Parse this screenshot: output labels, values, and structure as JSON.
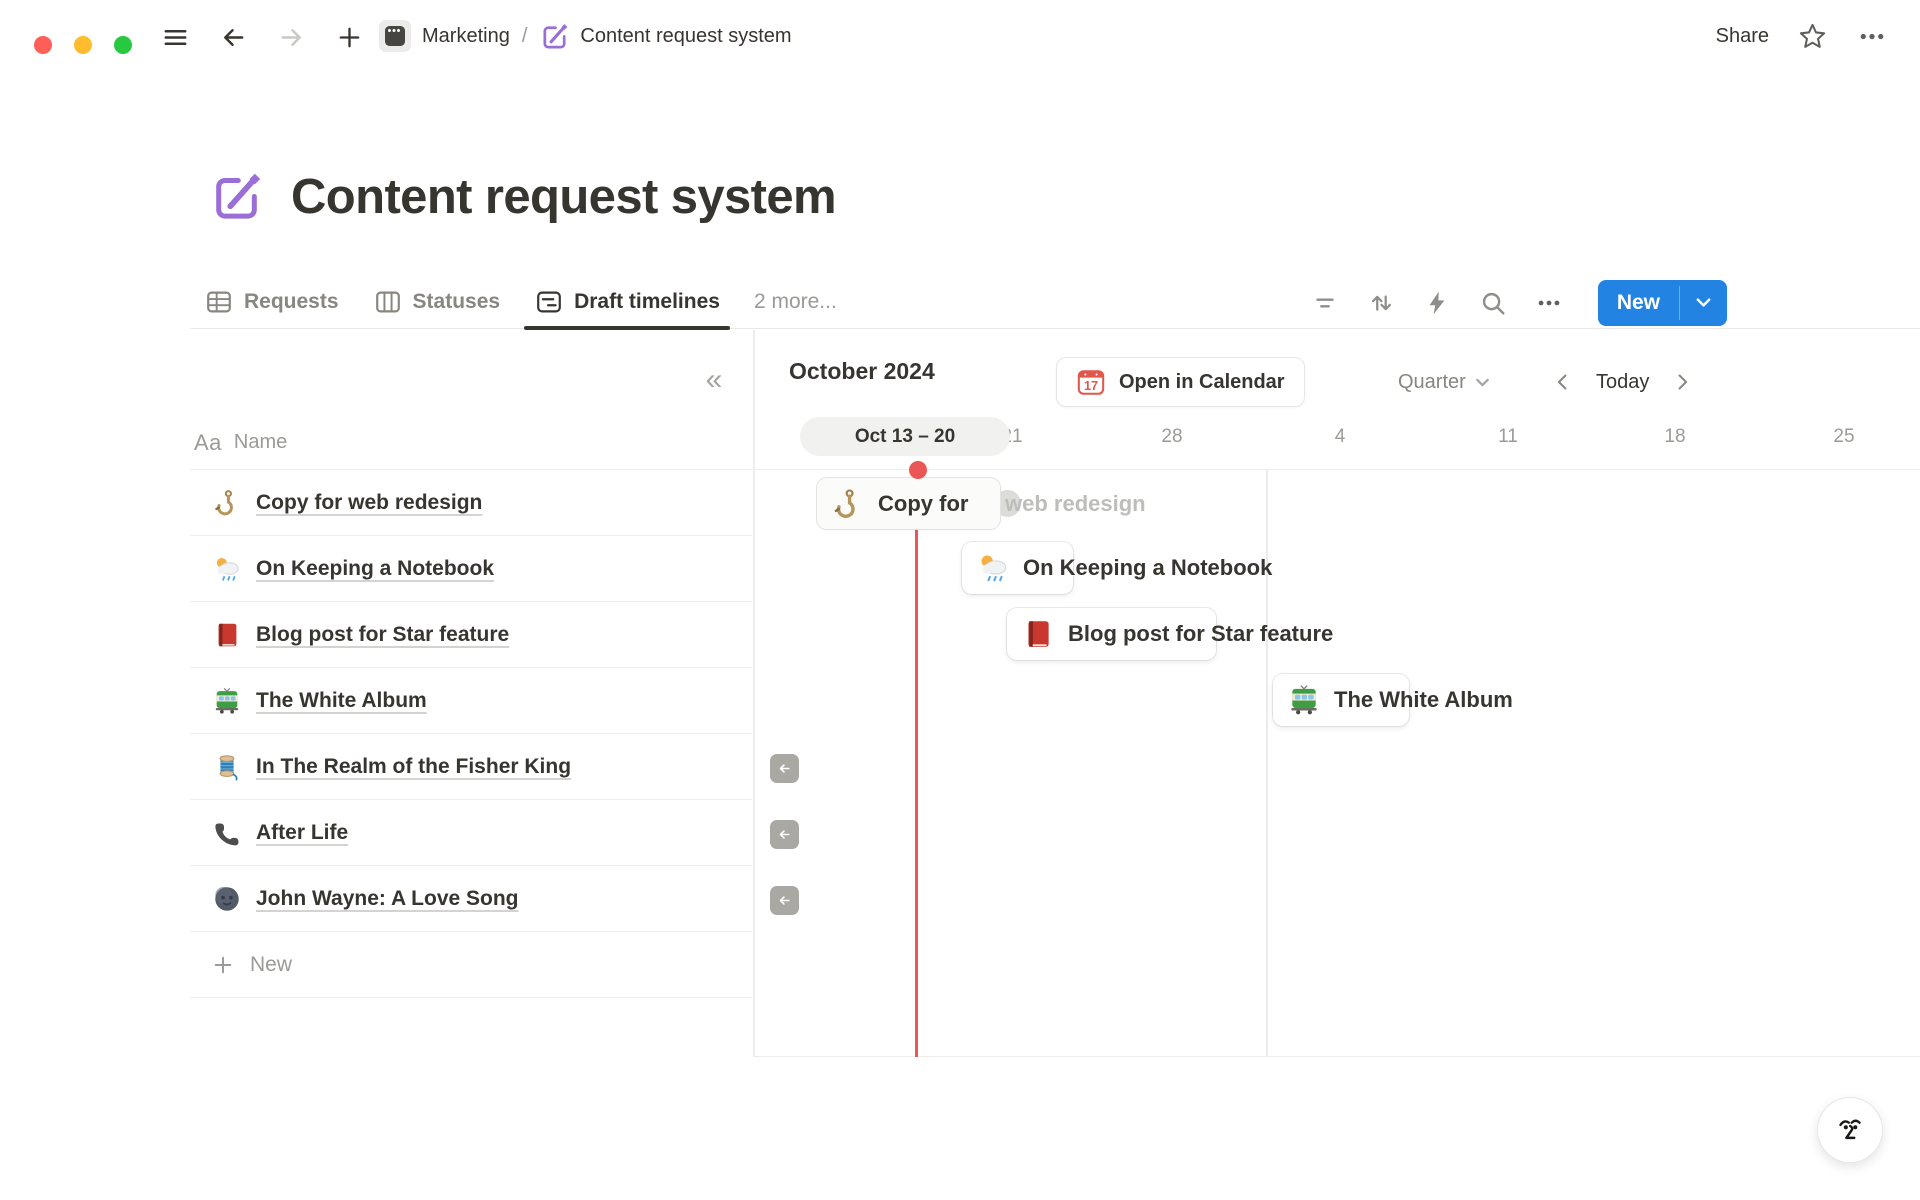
{
  "topbar": {
    "breadcrumb": {
      "workspace": "Marketing",
      "separator": "/",
      "page": "Content request system"
    },
    "share_label": "Share"
  },
  "page": {
    "title": "Content request system"
  },
  "tabs": {
    "items": [
      {
        "label": "Requests",
        "icon": "table-view-icon",
        "active": false
      },
      {
        "label": "Statuses",
        "icon": "board-view-icon",
        "active": false
      },
      {
        "label": "Draft timelines",
        "icon": "timeline-view-icon",
        "active": true
      },
      {
        "label": "2 more...",
        "icon": "",
        "active": false
      }
    ]
  },
  "view_toolbar": {
    "icons": [
      "filter-icon",
      "sort-icon",
      "automation-icon",
      "search-icon",
      "more-icon"
    ],
    "new_label": "New"
  },
  "timeline": {
    "month_label": "October 2024",
    "open_in_calendar_label": "Open in Calendar",
    "calendar_icon_day": "17",
    "zoom_select_value": "Quarter",
    "today_label": "Today",
    "current_range_pill": "Oct 13 – 20",
    "week_ticks": [
      "21",
      "28",
      "4",
      "11",
      "18",
      "25"
    ],
    "cards": [
      {
        "icon": "hook-emoji",
        "title": "Copy for web redesign",
        "visible_text": "Copy for",
        "ghost_text": "web redesign"
      },
      {
        "icon": "sun-rain-cloud-emoji",
        "title": "On Keeping a Notebook"
      },
      {
        "icon": "red-book-emoji",
        "title": "Blog post for Star feature"
      },
      {
        "icon": "tram-emoji",
        "title": "The White Album"
      }
    ],
    "offscreen_left_indicators": 3
  },
  "list": {
    "type_icon_label": "Aa",
    "column_header": "Name",
    "new_row_label": "New",
    "items": [
      {
        "icon": "hook-emoji",
        "name": "Copy for web redesign"
      },
      {
        "icon": "sun-rain-cloud-emoji",
        "name": "On Keeping a Notebook"
      },
      {
        "icon": "red-book-emoji",
        "name": "Blog post for Star feature"
      },
      {
        "icon": "tram-emoji",
        "name": "The White Album"
      },
      {
        "icon": "thread-emoji",
        "name": "In The Realm of the Fisher King"
      },
      {
        "icon": "phone-emoji",
        "name": "After Life"
      },
      {
        "icon": "moon-face-emoji",
        "name": "John Wayne: A Love Song"
      }
    ]
  },
  "colors": {
    "accent_blue": "#2383e2",
    "today_red": "#eb5757",
    "purple_icon": "#9a6dd7",
    "calendar_red": "#e2574c"
  }
}
